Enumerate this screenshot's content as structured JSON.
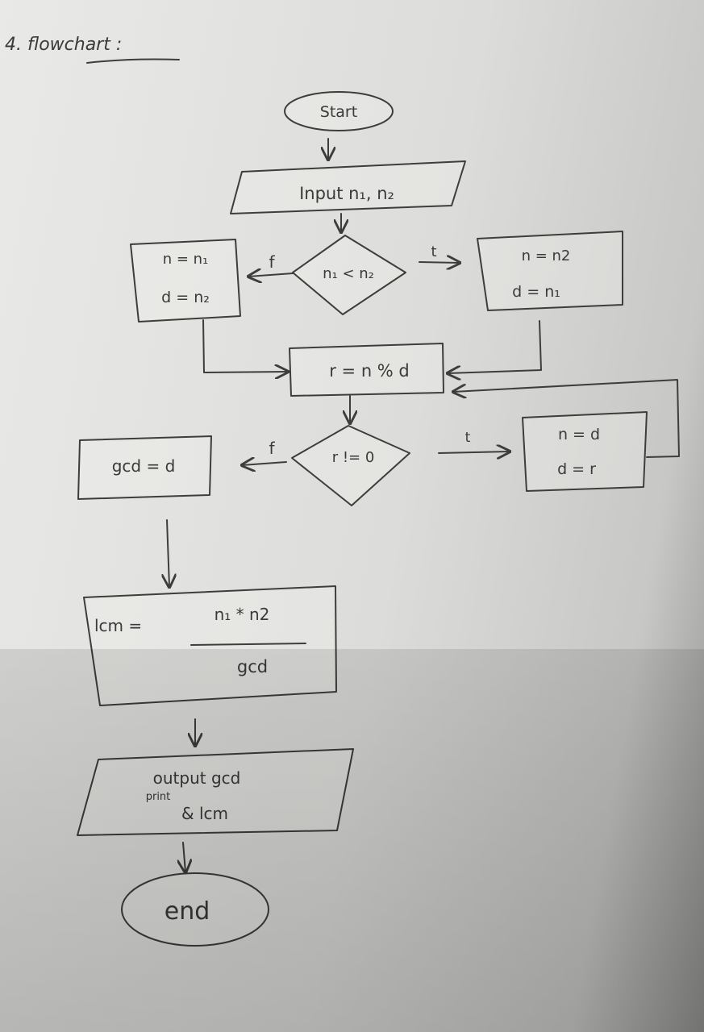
{
  "heading": "4. flowchart :",
  "nodes": {
    "start": "Start",
    "input": "Input n₁, n₂",
    "decision_compare": "n₁ < n₂",
    "assign_false_n": "n = n₁",
    "assign_false_d": "d = n₂",
    "assign_true_n": "n = n2",
    "assign_true_d": "d = n₁",
    "remainder": "r = n % d",
    "decision_remainder": "r != 0",
    "loop_n": "n = d",
    "loop_d": "d = r",
    "gcd": "gcd = d",
    "lcm_label": "lcm =",
    "lcm_numerator": "n₁ * n2",
    "lcm_denominator": "gcd",
    "output_line1": "output gcd",
    "output_insert": "print",
    "output_line2": "& lcm",
    "end": "end"
  },
  "edges": {
    "compare_false": "f",
    "compare_true": "t",
    "remainder_false": "f",
    "remainder_true": "t"
  }
}
